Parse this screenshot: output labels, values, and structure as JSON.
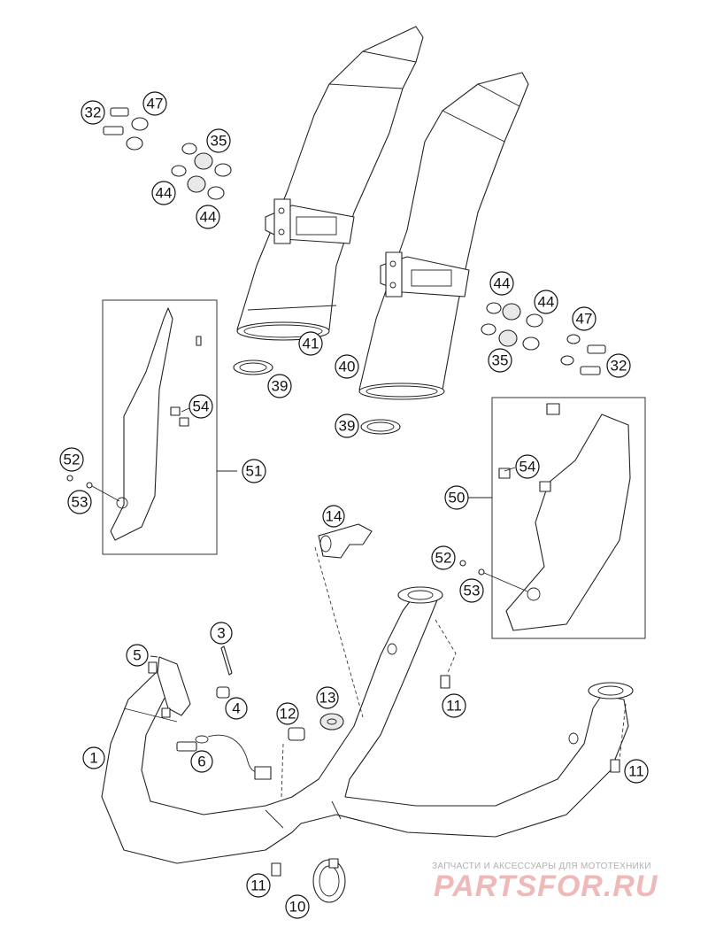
{
  "callouts": [
    {
      "id": "c1",
      "label": "1"
    },
    {
      "id": "c3",
      "label": "3"
    },
    {
      "id": "c4",
      "label": "4"
    },
    {
      "id": "c5",
      "label": "5"
    },
    {
      "id": "c6",
      "label": "6"
    },
    {
      "id": "c10",
      "label": "10"
    },
    {
      "id": "c11a",
      "label": "11"
    },
    {
      "id": "c11b",
      "label": "11"
    },
    {
      "id": "c11c",
      "label": "11"
    },
    {
      "id": "c12",
      "label": "12"
    },
    {
      "id": "c13",
      "label": "13"
    },
    {
      "id": "c14",
      "label": "14"
    },
    {
      "id": "c32a",
      "label": "32"
    },
    {
      "id": "c32b",
      "label": "32"
    },
    {
      "id": "c35a",
      "label": "35"
    },
    {
      "id": "c35b",
      "label": "35"
    },
    {
      "id": "c39a",
      "label": "39"
    },
    {
      "id": "c39b",
      "label": "39"
    },
    {
      "id": "c40",
      "label": "40"
    },
    {
      "id": "c41",
      "label": "41"
    },
    {
      "id": "c44a",
      "label": "44"
    },
    {
      "id": "c44b",
      "label": "44"
    },
    {
      "id": "c44c",
      "label": "44"
    },
    {
      "id": "c44d",
      "label": "44"
    },
    {
      "id": "c47a",
      "label": "47"
    },
    {
      "id": "c47b",
      "label": "47"
    },
    {
      "id": "c50",
      "label": "50"
    },
    {
      "id": "c51",
      "label": "51"
    },
    {
      "id": "c52a",
      "label": "52"
    },
    {
      "id": "c52b",
      "label": "52"
    },
    {
      "id": "c53a",
      "label": "53"
    },
    {
      "id": "c53b",
      "label": "53"
    },
    {
      "id": "c54a",
      "label": "54"
    },
    {
      "id": "c54b",
      "label": "54"
    }
  ],
  "watermark": {
    "tagline": "ЗАПЧАСТИ И АКСЕССУАРЫ ДЛЯ МОТОТЕХНИКИ",
    "logo": "PARTSFOR.RU"
  }
}
